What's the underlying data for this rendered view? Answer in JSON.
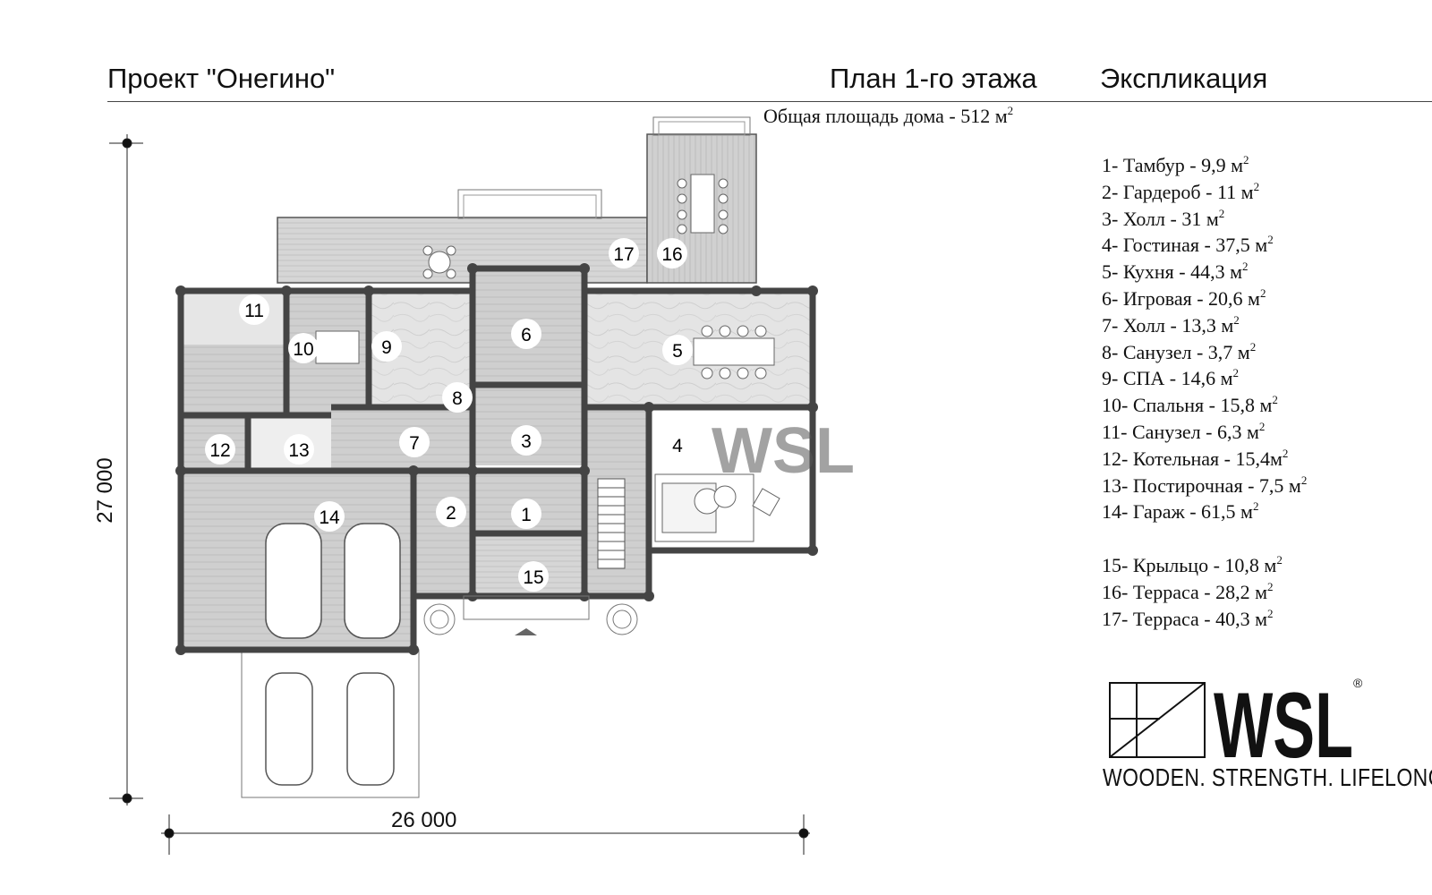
{
  "header": {
    "project_title": "Проект \"Онегино\"",
    "plan_title": "План 1-го этажа",
    "legend_title": "Экспликация",
    "total_area": "Общая площадь дома - 512 м",
    "total_area_sup": "2"
  },
  "legend": [
    {
      "text": "1- Тамбур - 9,9 м",
      "sup": "2"
    },
    {
      "text": "2- Гардероб - 11 м",
      "sup": "2"
    },
    {
      "text": "3- Холл - 31 м",
      "sup": "2"
    },
    {
      "text": "4- Гостиная - 37,5 м",
      "sup": "2"
    },
    {
      "text": "5- Кухня - 44,3 м",
      "sup": "2"
    },
    {
      "text": "6- Игровая - 20,6 м",
      "sup": "2"
    },
    {
      "text": "7- Холл - 13,3 м",
      "sup": "2"
    },
    {
      "text": "8- Санузел - 3,7 м",
      "sup": "2"
    },
    {
      "text": "9- СПА - 14,6 м",
      "sup": "2"
    },
    {
      "text": "10- Спальня - 15,8 м",
      "sup": "2"
    },
    {
      "text": "11- Санузел - 6,3 м",
      "sup": "2"
    },
    {
      "text": "12- Котельная - 15,4м",
      "sup": "2"
    },
    {
      "text": "13- Постирочная - 7,5 м",
      "sup": "2"
    },
    {
      "text": "14- Гараж - 61,5 м",
      "sup": "2"
    },
    {
      "text": "15- Крыльцо - 10,8 м",
      "sup": "2"
    },
    {
      "text": "16- Терраса - 28,2 м",
      "sup": "2"
    },
    {
      "text": "17- Терраса - 40,3 м",
      "sup": "2"
    }
  ],
  "dimensions": {
    "height": "27 000",
    "width": "26 000"
  },
  "room_numbers": [
    "1",
    "2",
    "3",
    "4",
    "5",
    "6",
    "7",
    "8",
    "9",
    "10",
    "11",
    "12",
    "13",
    "14",
    "15",
    "16",
    "17"
  ],
  "logo": {
    "text": "WSL",
    "registered": "®",
    "tagline": "WOODEN. STRENGTH. LIFELONG."
  },
  "watermark": "WSL"
}
